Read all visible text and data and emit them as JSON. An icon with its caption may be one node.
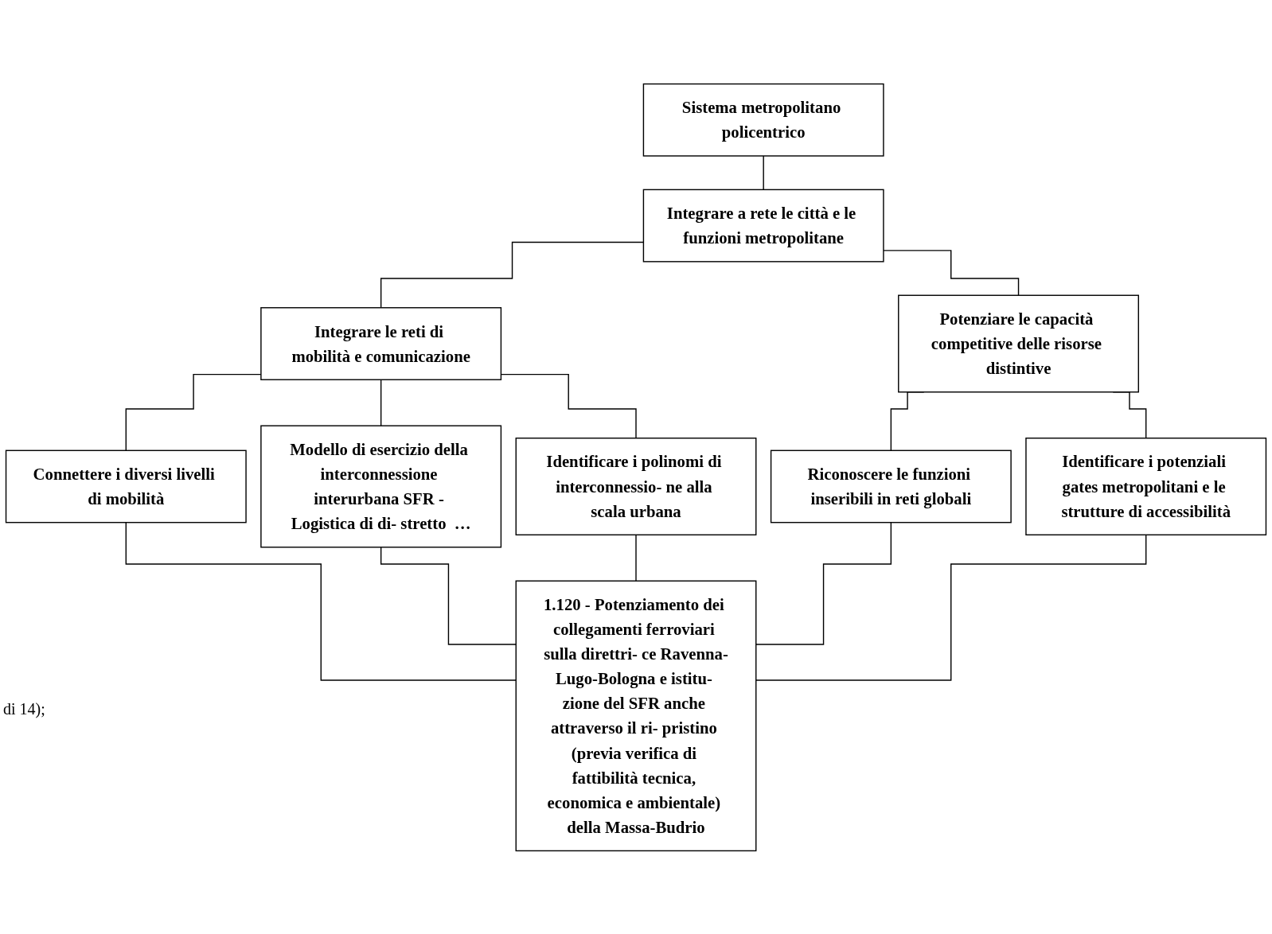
{
  "diagram": {
    "nodes": [
      {
        "text": [
          "Sistema metropolitano policentrico"
        ]
      },
      {
        "text": [
          "Integrare a rete le città e le funzioni metropolitane"
        ]
      },
      {
        "text": [
          "Integrare le reti di mobilità e comunicazione"
        ]
      },
      {
        "text": [
          "Potenziare le capacità competitive delle risorse distintive"
        ]
      },
      {
        "text": [
          "Connettere i diversi livelli di mobilità"
        ]
      },
      {
        "text": [
          "Modello di esercizio della interconnessione interurbana SFR - Logistica di di- stretto  …"
        ]
      },
      {
        "text": [
          "Identificare i polinomi di interconnessio- ne alla scala urbana"
        ]
      },
      {
        "text": [
          "Riconoscere le funzioni inseribili in reti globali"
        ]
      },
      {
        "text": [
          "Identificare i potenziali gates metropolitani e le strutture di accessibilità"
        ]
      },
      {
        "text": [
          "1.120 - Potenziamento dei collegamenti ferroviari sulla direttri- ce Ravenna-Lugo-Bologna e istitu- zione del SFR anche attraverso il ri- pristino (previa verifica di fattibilità tecnica, economica e ambientale) della Massa-Budrio"
        ]
      }
    ],
    "edges": [
      {
        "from": 0,
        "to": 1,
        "arrow": "none"
      },
      {
        "from": 1,
        "to": 2,
        "arrow": "none"
      },
      {
        "from": 1,
        "to": 3,
        "arrow": "none"
      },
      {
        "from": 2,
        "to": 4,
        "arrow": "none"
      },
      {
        "from": 2,
        "to": 5,
        "arrow": "none"
      },
      {
        "from": 2,
        "to": 6,
        "arrow": "none"
      },
      {
        "from": 3,
        "to": 7,
        "arrow": "none"
      },
      {
        "from": 3,
        "to": 8,
        "arrow": "none"
      },
      {
        "from": 4,
        "to": 9,
        "arrow": "none"
      },
      {
        "from": 5,
        "to": 9,
        "arrow": "none"
      },
      {
        "from": 6,
        "to": 9,
        "arrow": "none"
      },
      {
        "from": 7,
        "to": 9,
        "arrow": "none"
      },
      {
        "from": 8,
        "to": 9,
        "arrow": "none"
      }
    ],
    "labels": [
      "di 14);"
    ]
  }
}
